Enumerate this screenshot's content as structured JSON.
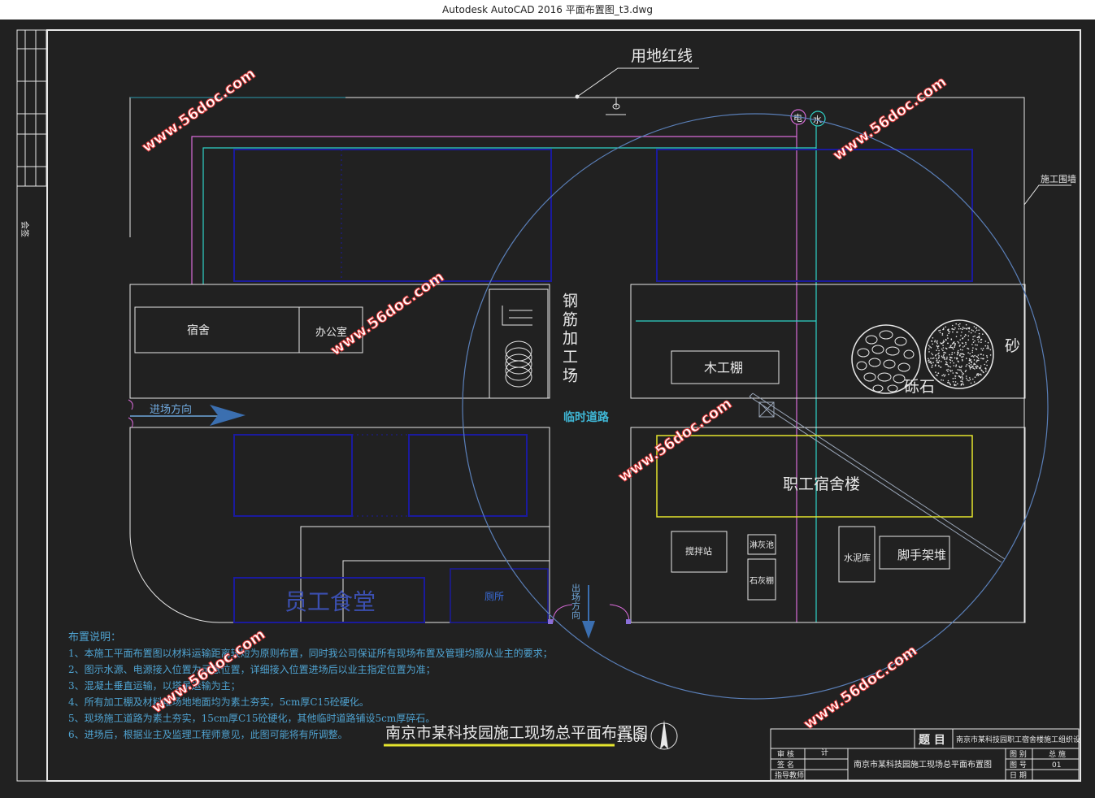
{
  "window": {
    "title": "Autodesk AutoCAD 2016    平面布置图_t3.dwg"
  },
  "colors": {
    "background": "#212121",
    "white": "#e8e8e8",
    "blue": "#1a1a9e",
    "cyan": "#2fd3c8",
    "pink": "#d86bd8",
    "yellow": "#e6e62e",
    "circle": "#5a7fb8",
    "watermark": "#e23a3a"
  },
  "labels": {
    "red_line": "用地红线",
    "enclosure": "施工围墙",
    "power": "电",
    "water": "水",
    "dormitory": "宿舍",
    "office": "办公室",
    "rebar_yard": "钢筋加工场",
    "entrance_dir": "进场方向",
    "temp_road": "临时道路",
    "carpentry": "木工棚",
    "gravel": "砾石",
    "sand": "砂",
    "staff_dorm_bldg": "职工宿舍楼",
    "mixing_station": "搅拌站",
    "lime_pool": "淋灰池",
    "lime_shed": "石灰棚",
    "cement_store": "水泥库",
    "scaffold_pile": "脚手架堆",
    "canteen": "员工食堂",
    "toilet": "厕所",
    "exit_dir": "出场方向",
    "watermark": "www.56doc.com",
    "layout_title": "南京市某科技园施工现场总平面布置图",
    "scale": "1:500"
  },
  "notes": {
    "heading": "布置说明：",
    "lines": [
      "1、本施工平面布置图以材料运输距离较短为原则布置，同时我公司保证所有现场布置及管理均服从业主的要求；",
      "2、图示水源、电源接入位置为示意位置，详细接入位置进场后以业主指定位置为准；",
      "3、混凝土垂直运输，以塔吊运输为主；",
      "4、所有加工棚及材料堆场地地面均为素土夯实，5cm厚C15砼硬化。",
      "5、现场施工道路为素土夯实，15cm厚C15砼硬化，其他临时道路铺设5cm厚碎石。",
      "6、进场后，根据业主及监理工程师意见，此图可能将有所调整。"
    ]
  },
  "title_block": {
    "topic_label": "题 目",
    "topic_value": "南京市某科技园职工宿舍楼施工组织设",
    "drawing_name": "南京市某科技园施工现场总平面布置图",
    "left_rows": [
      "审 核",
      "签 名",
      "指导教师"
    ],
    "left_mid": "计",
    "right_labels": [
      "图 别",
      "图 号",
      "日 期"
    ],
    "right_values": [
      "总 施",
      "01",
      ""
    ]
  },
  "side_stamp": "会签"
}
